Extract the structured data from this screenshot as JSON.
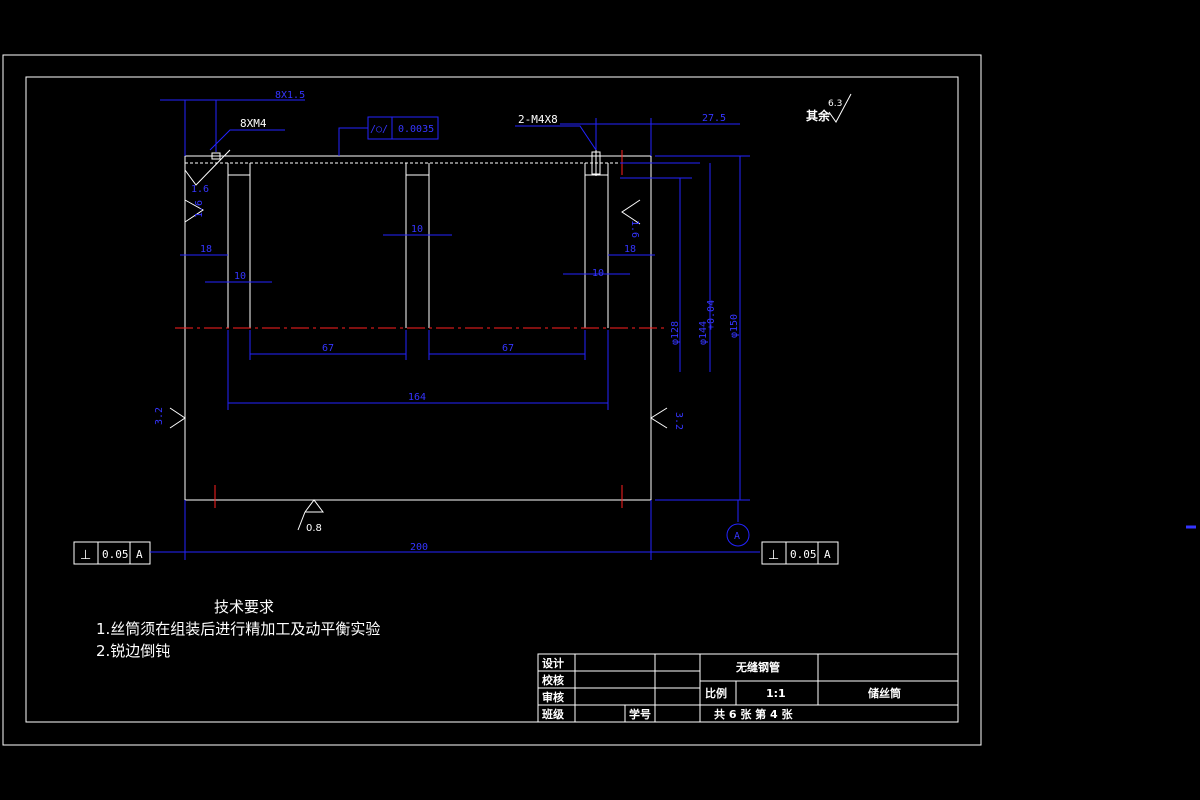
{
  "dims": {
    "overall_length": "200",
    "bearing_width_left": "18",
    "bearing_width_right": "18",
    "wall_left": "10",
    "wall_mid": "10",
    "wall_right": "10",
    "bore_left": "67",
    "bore_right": "67",
    "inner_span": "164",
    "right_offset": "27.5",
    "top_offset": "8X1.5",
    "dia_bore": "φ128",
    "dia_groove": "φ144",
    "dia_groove_tol": "+0.04",
    "dia_outer": "φ150"
  },
  "callouts": {
    "thread_left": "8XM4",
    "thread_right": "2-M4X8",
    "cylindricity_value": "0.0035",
    "cylindricity_symbol": "/○/",
    "datum": "A"
  },
  "roughness": {
    "rest_label": "其余",
    "rest_value": "6.3",
    "r_1_6_a": "1.6",
    "r_1_6_b": "1.6",
    "r_1_6_c": "1.6",
    "r_3_2_left": "3.2",
    "r_3_2_right": "3.2",
    "r_0_8": "0.8"
  },
  "perpendicularity": {
    "symbol": "⊥",
    "value": "0.05",
    "datum": "A"
  },
  "tech_notes": {
    "title": "技术要求",
    "line1": "1.丝筒须在组装后进行精加工及动平衡实验",
    "line2": "2.锐边倒钝"
  },
  "title_block": {
    "design": "设计",
    "check": "校核",
    "review": "审核",
    "class": "班级",
    "student_no": "学号",
    "material": "无缝钢管",
    "scale_label": "比例",
    "scale_value": "1:1",
    "part_name": "储丝筒",
    "sheet_info": "共 6 张 第 4 张"
  }
}
